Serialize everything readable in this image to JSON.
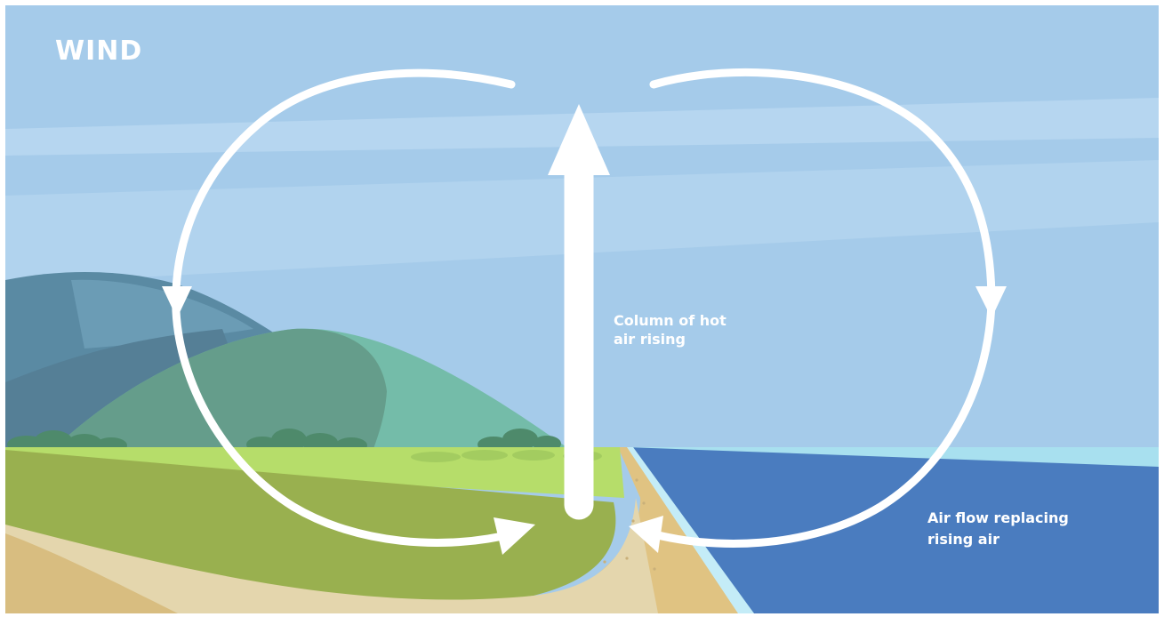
{
  "diagram": {
    "title": "WIND",
    "labels": {
      "column": [
        "Column of hot",
        "air rising"
      ],
      "flow": [
        "Air flow replacing",
        "rising air"
      ]
    }
  },
  "colors": {
    "sky": "#a5cbea",
    "sky_band": "#b6d6f0",
    "mountain_far": "#5a8aa3",
    "mountain_near": "#6fb4a2",
    "grass_light": "#b6dd6a",
    "grass_dark": "#99b04f",
    "sand": "#e4d6ad",
    "sea": "#4a7cbf",
    "shore": "#a8e0ef",
    "arrow": "#ffffff"
  }
}
